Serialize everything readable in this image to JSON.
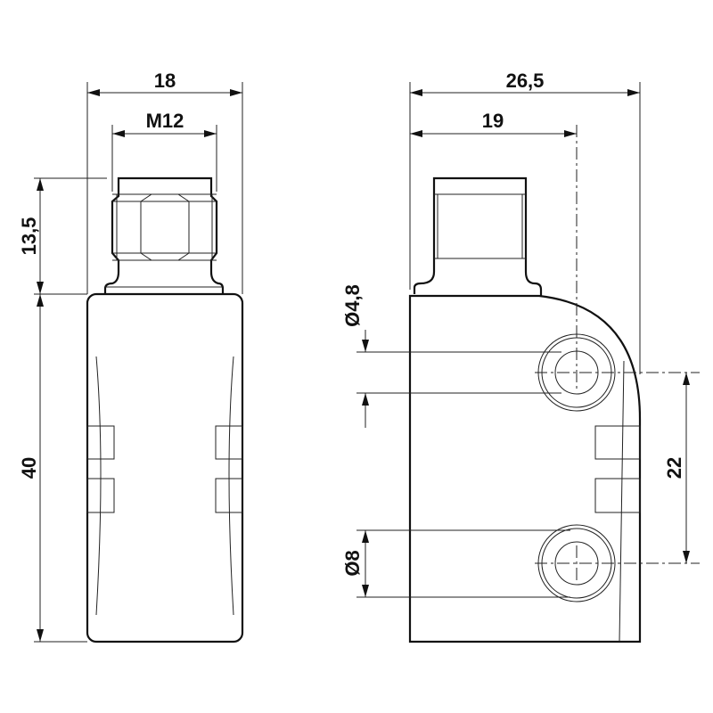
{
  "drawing": {
    "front_view": {
      "width_label": "18",
      "thread_label": "M12",
      "connector_height_label": "13,5",
      "body_height_label": "40"
    },
    "side_view": {
      "depth_label": "26,5",
      "connector_offset_label": "19",
      "hole_inner_label": "Ø4,8",
      "hole_outer_label": "Ø8",
      "hole_spacing_label": "22"
    },
    "line_color": "#111111"
  }
}
